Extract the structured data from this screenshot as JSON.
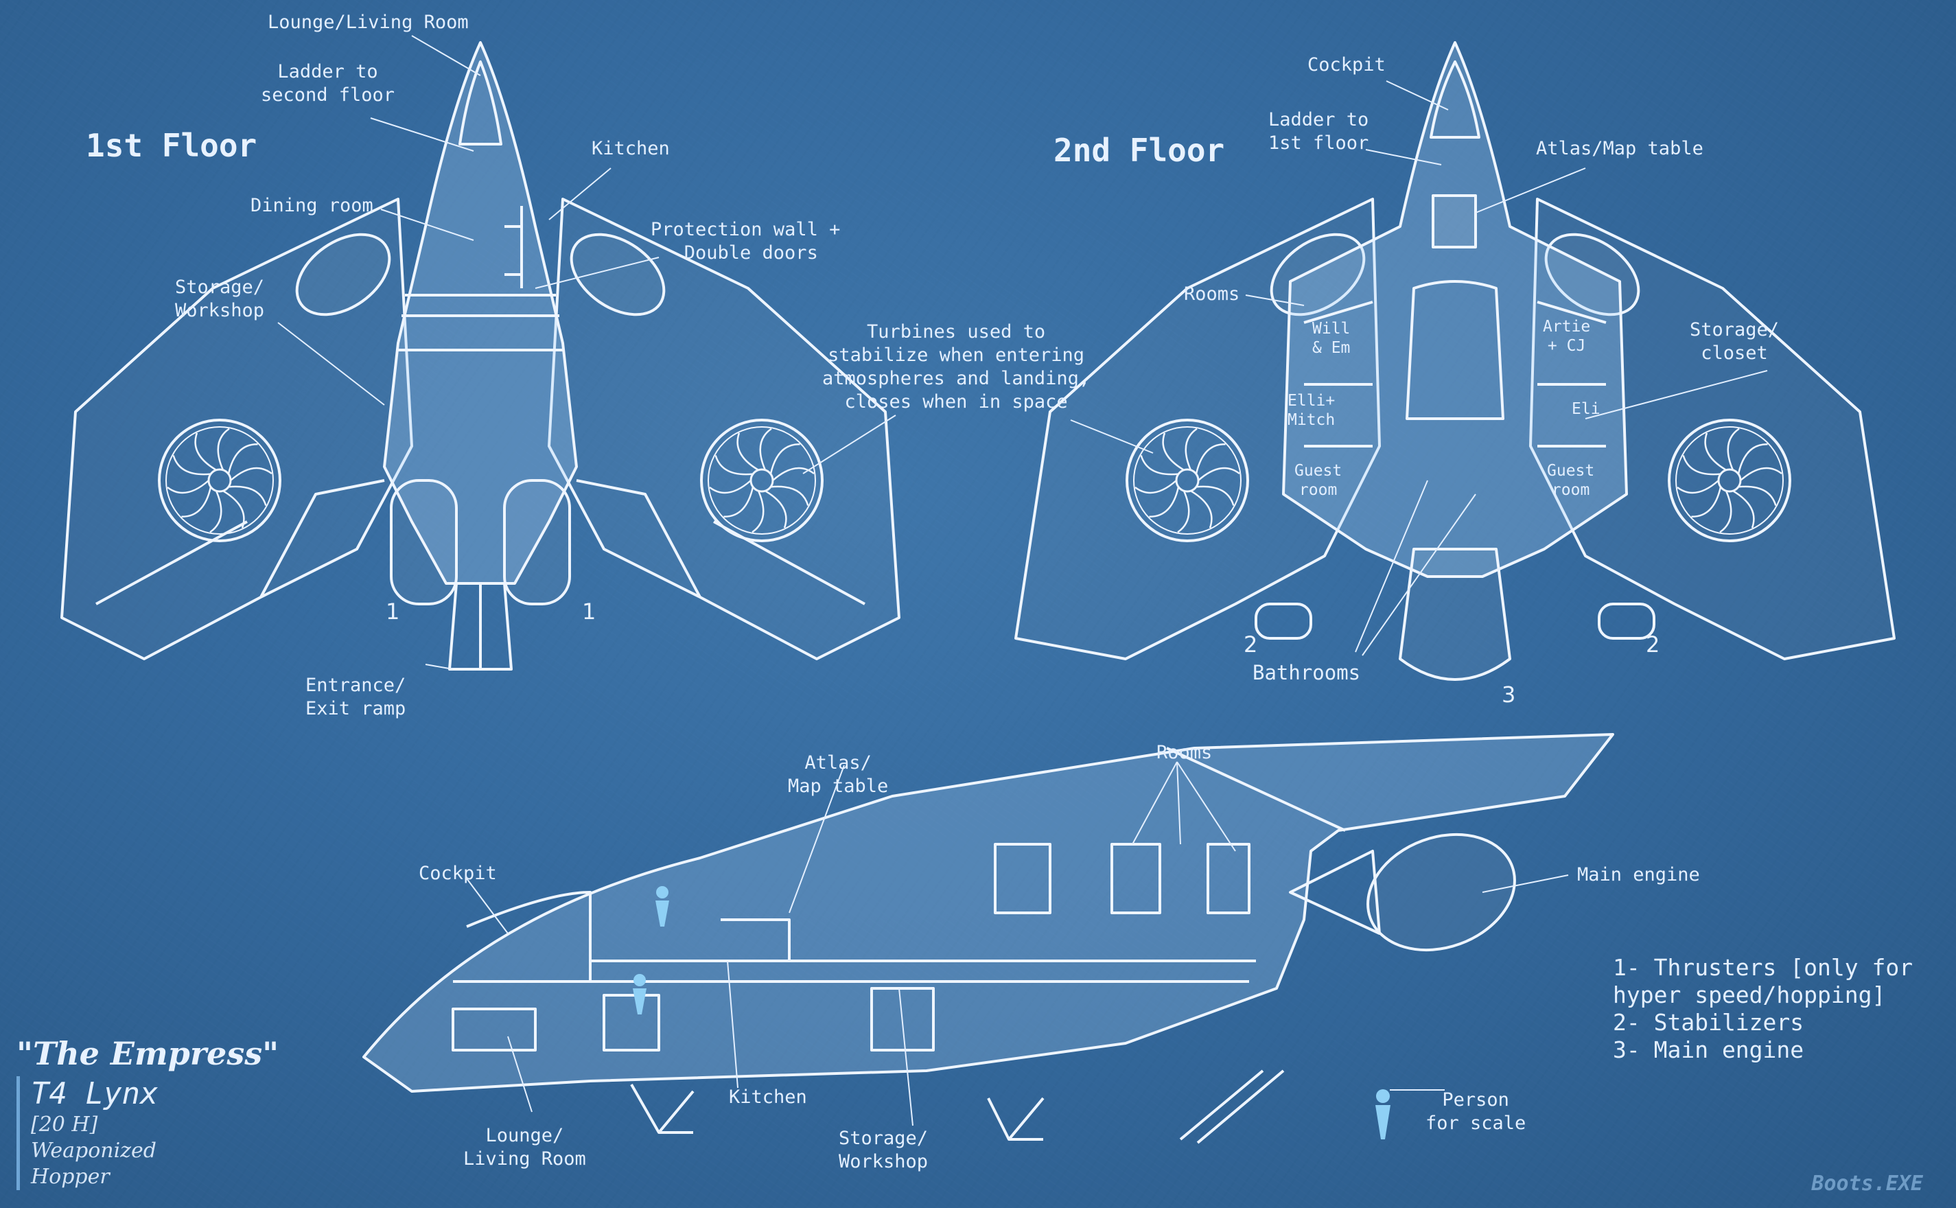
{
  "titles": {
    "first_floor": "1st Floor",
    "second_floor": "2nd Floor"
  },
  "labels": {
    "f1_lounge": "Lounge/Living Room",
    "f1_ladder": "Ladder to\nsecond floor",
    "f1_kitchen": "Kitchen",
    "f1_dining": "Dining room",
    "f1_protection": "Protection wall +\n Double doors",
    "f1_storage": "Storage/\nWorkshop",
    "turbines": "Turbines used to\nstabilize when entering\natmospheres and landing,\ncloses when in space",
    "f1_entrance": "Entrance/\nExit ramp",
    "f2_cockpit": "Cockpit",
    "f2_ladder": "Ladder to\n1st floor",
    "f2_atlas": "Atlas/Map table",
    "f2_rooms": "Rooms",
    "f2_storage": "Storage/\ncloset",
    "room_will_em": "Will\n& Em",
    "room_artie_cj": "Artie\n+ CJ",
    "room_elli_mitch": "Elli+\nMitch",
    "room_eli": "Eli",
    "room_guest": "Guest\nroom",
    "f2_bathrooms": "Bathrooms",
    "side_atlas": "Atlas/\nMap table",
    "side_rooms": "Rooms",
    "side_cockpit": "Cockpit",
    "side_main_engine": "Main engine",
    "side_kitchen": "Kitchen",
    "side_person": "Person\nfor scale",
    "side_lounge": "Lounge/\nLiving Room",
    "side_storage": "Storage/\nWorkshop"
  },
  "markers": {
    "m1": "1",
    "m2": "2",
    "m3": "3"
  },
  "legend": [
    "1- Thrusters [only for\nhyper speed/hopping]",
    "2- Stabilizers",
    "3- Main engine"
  ],
  "ship": {
    "name": "\"The Empress\"",
    "model": "T4 Lynx",
    "class": "[20 H]",
    "type_1": "Weaponized",
    "type_2": "Hopper"
  },
  "credit": "Boots.EXE",
  "colors": {
    "background": "#356a9e",
    "line": "#eef5ff",
    "person": "#8fd0f5"
  }
}
